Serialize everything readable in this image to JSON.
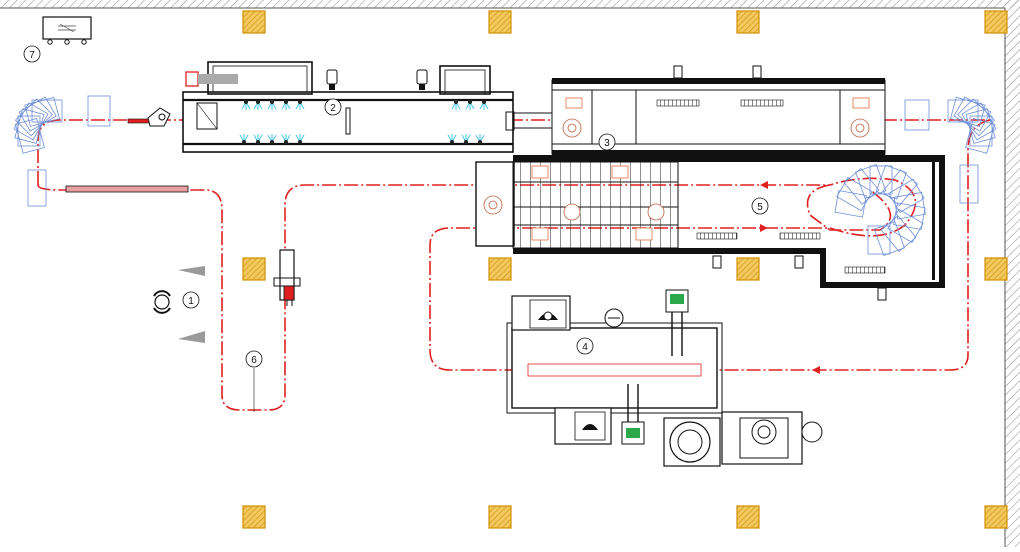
{
  "station_labels": [
    "1",
    "2",
    "3",
    "4",
    "5",
    "6",
    "7"
  ],
  "colors": {
    "conveyor_path": "#e02020",
    "column": "#f2b630",
    "column_border": "#d09000",
    "equipment": "#111111",
    "conveyor_sweep": "#6f8fd8",
    "nozzle": "#45c8e8",
    "burner": "#e07040",
    "component_green": "#2aa84a"
  },
  "icons": [
    "flow-direction-arrow",
    "operator-figure",
    "sprayer-icon",
    "fan-icon",
    "motor-icon"
  ]
}
